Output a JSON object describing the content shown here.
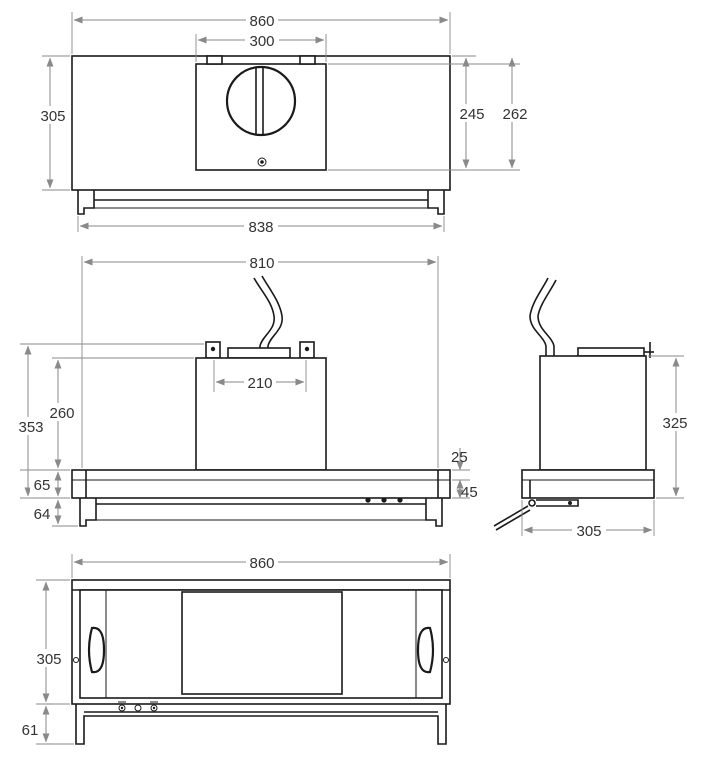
{
  "drawing_colors": {
    "line": "#1a1a1a",
    "dimension": "#8a8a8a",
    "background": "#ffffff"
  },
  "views": {
    "top": {
      "dims": {
        "overall_width": "860",
        "duct_width": "300",
        "body_depth": "305",
        "duct_depth": "245",
        "overall_depth": "262",
        "rail_width": "838"
      }
    },
    "front": {
      "dims": {
        "inner_width": "810",
        "duct_spacing": "210",
        "total_height": "353",
        "box_height": "260",
        "lower_section": "65",
        "visor_drop": "64",
        "canopy_thickness": "25",
        "front_panel": "45"
      }
    },
    "side": {
      "dims": {
        "height": "325",
        "depth": "305"
      }
    },
    "bottom": {
      "dims": {
        "overall_width": "860",
        "depth": "305",
        "visor": "61"
      }
    }
  }
}
